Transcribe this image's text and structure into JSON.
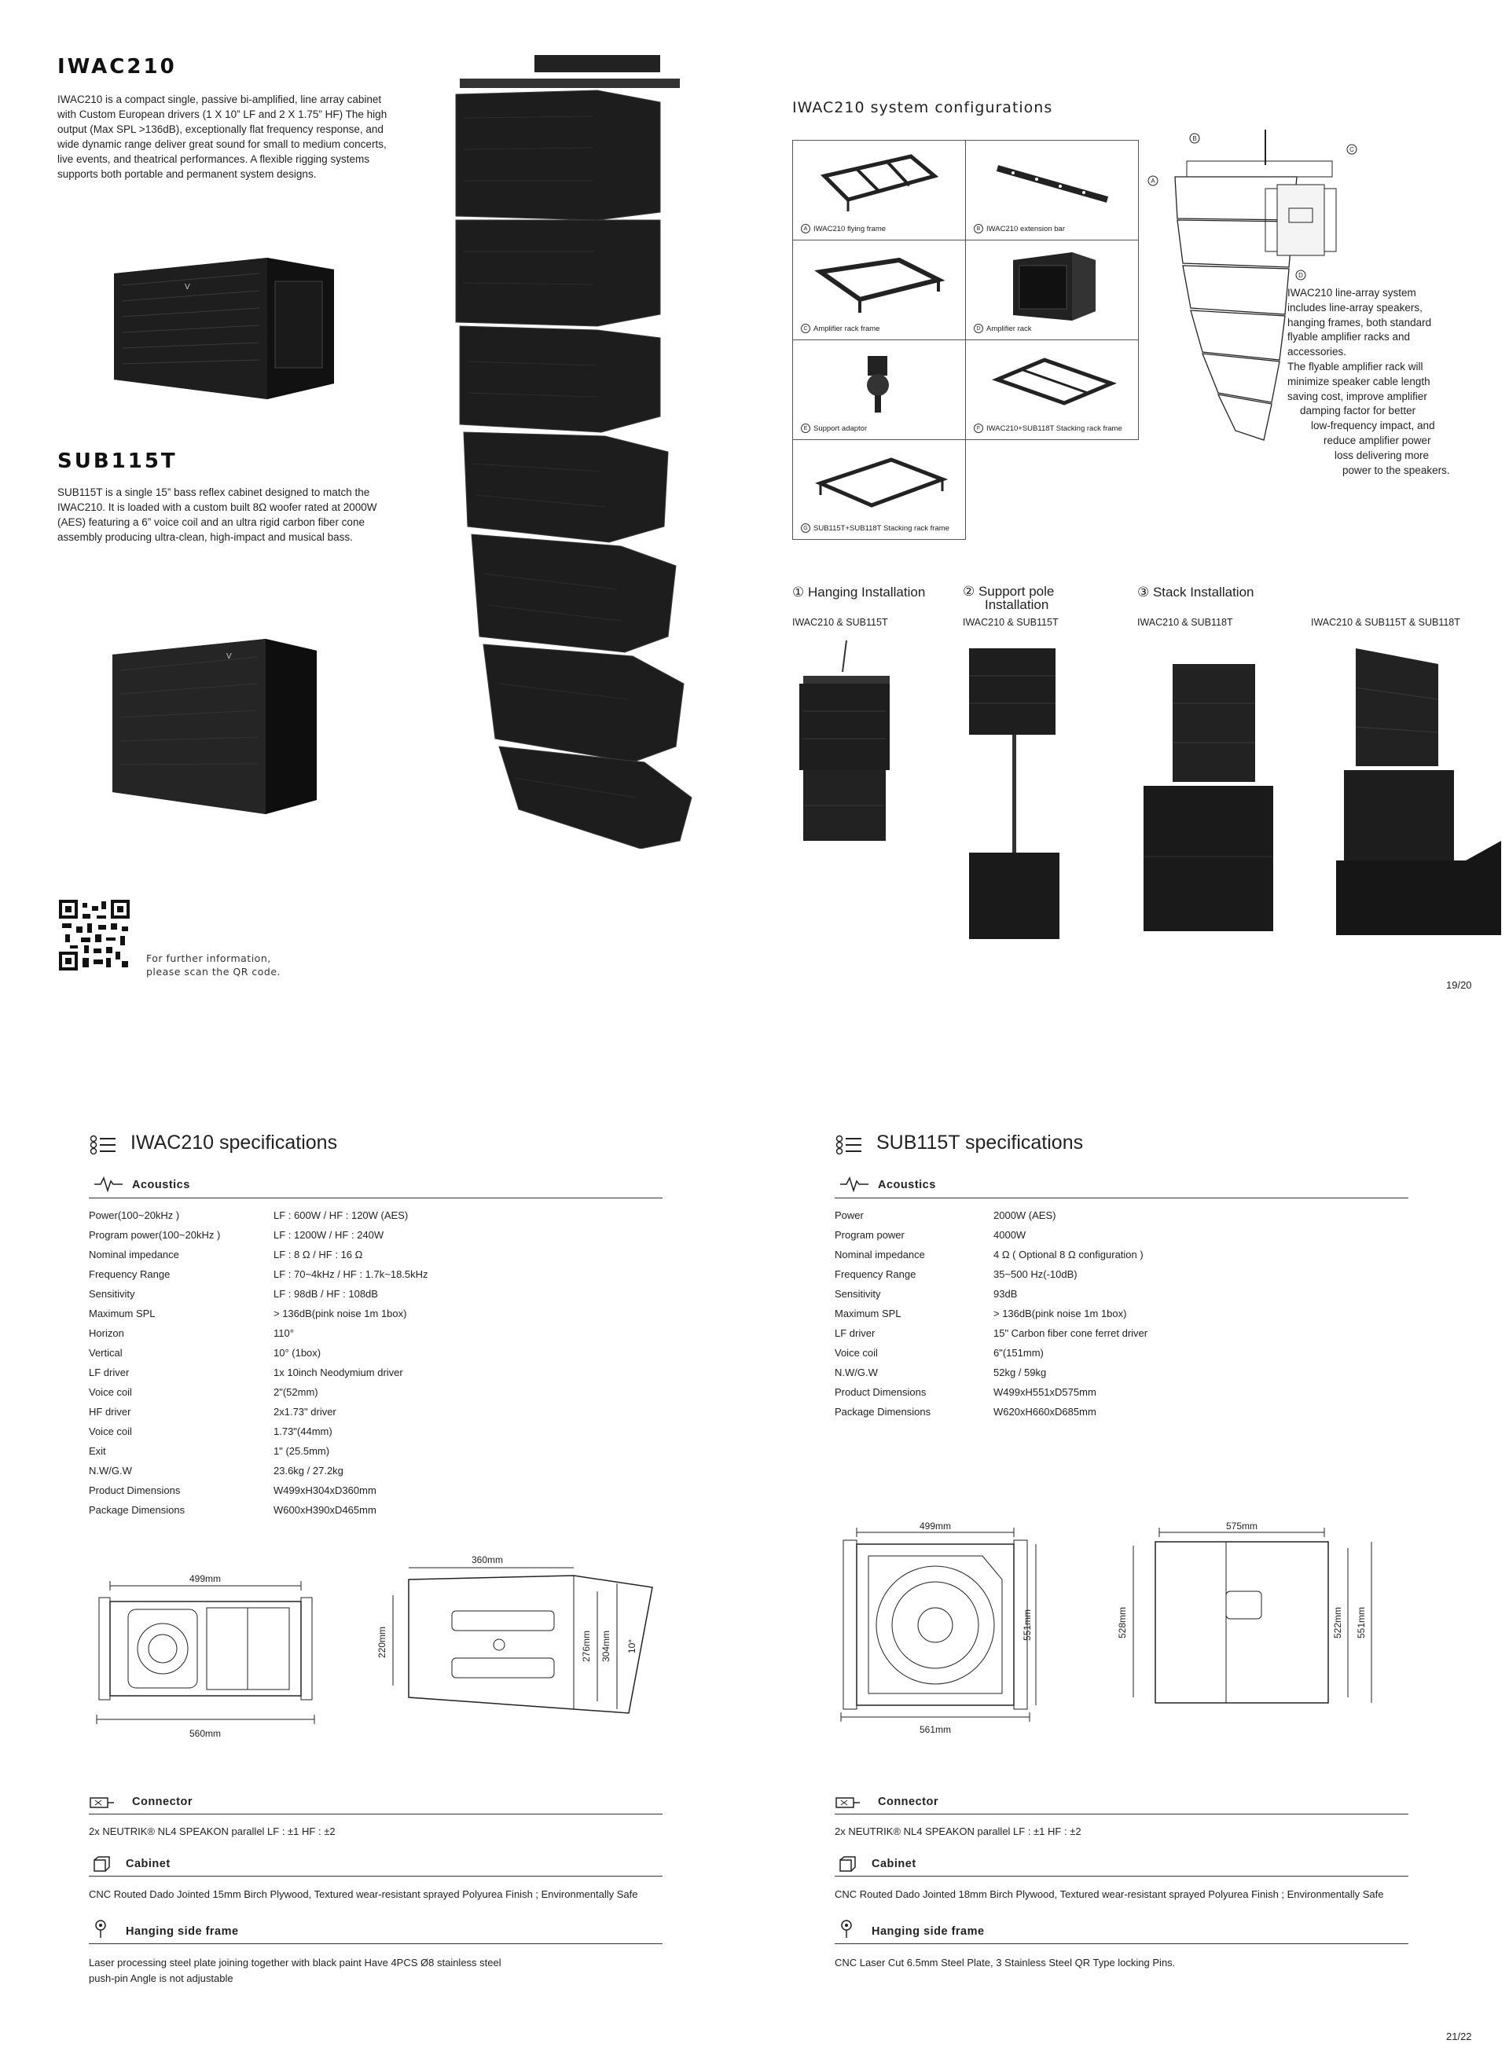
{
  "top": {
    "iwac210": {
      "title": "IWAC210",
      "desc": "IWAC210 is a compact single, passive bi-amplified, line array cabinet with Custom European drivers (1 X 10”   LF and 2 X 1.75” HF)  The high output (Max SPL >136dB), exceptionally flat frequency response, and wide dynamic range deliver great sound for small to medium concerts, live events, and theatrical performances.  A flexible rigging systems supports both portable and permanent system designs."
    },
    "sub115t": {
      "title": "SUB115T",
      "desc": "SUB115T is a single 15”   bass reflex cabinet designed to match the IWAC210.  It is loaded with a custom built 8Ω woofer rated at 2000W (AES) featuring a 6”   voice coil and an ultra rigid carbon fiber cone assembly producing ultra-clean, high-impact and musical bass."
    },
    "qr_text_1": "For further information,",
    "qr_text_2": "please scan the QR code.",
    "config_title": "IWAC210 system configurations",
    "config_cells": [
      {
        "letter": "A",
        "label": "IWAC210 flying frame"
      },
      {
        "letter": "B",
        "label": "IWAC210 extension bar"
      },
      {
        "letter": "C",
        "label": "Amplifier rack frame"
      },
      {
        "letter": "D",
        "label": "Amplifier rack"
      },
      {
        "letter": "E",
        "label": "Support adaptor"
      },
      {
        "letter": "F",
        "label": "IWAC210+SUB118T Stacking rack frame"
      },
      {
        "letter": "G",
        "label": "SUB115T+SUB118T Stacking rack frame"
      }
    ],
    "diagram_letters": [
      "A",
      "B",
      "C",
      "D"
    ],
    "system_desc": [
      "IWAC210 line-array system",
      "includes line-array speakers,",
      "hanging frames, both standard",
      "flyable amplifier racks and",
      "accessories.",
      "The flyable amplifier rack will",
      "minimize speaker cable length",
      "saving cost, improve amplifier",
      "damping factor for better",
      "low-frequency impact, and",
      "reduce amplifier power",
      "loss delivering more",
      "power to the speakers."
    ],
    "install": {
      "hanging": {
        "title": "① Hanging Installation",
        "sub": "IWAC210 & SUB115T"
      },
      "support": {
        "title_1": "② Support pole",
        "title_2": "Installation",
        "sub": "IWAC210 & SUB115T"
      },
      "stack": {
        "title": "③ Stack Installation",
        "sub": "IWAC210 & SUB118T"
      },
      "stack2_sub": "IWAC210 & SUB115T & SUB118T"
    },
    "page_num": "19/20"
  },
  "bottom": {
    "iwac": {
      "title": "IWAC210 specifications",
      "acoustics": "Acoustics",
      "rows": [
        [
          "Power(100~20kHz )",
          "LF : 600W  /  HF : 120W (AES)"
        ],
        [
          "Program power(100~20kHz )",
          "LF : 1200W  /  HF : 240W"
        ],
        [
          "Nominal impedance",
          "LF : 8 Ω  /  HF : 16 Ω"
        ],
        [
          "Frequency Range",
          "LF : 70~4kHz  /  HF : 1.7k~18.5kHz"
        ],
        [
          "Sensitivity",
          "LF : 98dB  /  HF : 108dB"
        ],
        [
          "Maximum SPL",
          "> 136dB(pink noise 1m 1box)"
        ],
        [
          "Horizon",
          "110°"
        ],
        [
          "Vertical",
          "10° (1box)"
        ],
        [
          "LF driver",
          "1x 10inch Neodymium driver"
        ],
        [
          "Voice coil",
          "2\"(52mm)"
        ],
        [
          "HF driver",
          "2x1.73\" driver"
        ],
        [
          "Voice coil",
          "1.73\"(44mm)"
        ],
        [
          "Exit",
          "1\"  (25.5mm)"
        ],
        [
          "N.W/G.W",
          "23.6kg / 27.2kg"
        ],
        [
          "Product Dimensions",
          "W499xH304xD360mm"
        ],
        [
          "Package Dimensions",
          "W600xH390xD465mm"
        ]
      ],
      "dims": {
        "front_top": "499mm",
        "front_bottom": "560mm",
        "side_top": "360mm",
        "side_left": "220mm",
        "side_right1": "276mm",
        "side_right2": "304mm",
        "side_angle": "10°"
      },
      "connector": "Connector",
      "connector_text": "2x NEUTRIK® NL4 SPEAKON parallel LF : ±1   HF : ±2",
      "cabinet": "Cabinet",
      "cabinet_text": "CNC Routed Dado Jointed 15mm Birch Plywood, Textured wear-resistant sprayed Polyurea Finish ; Environmentally Safe",
      "frame": "Hanging side frame",
      "frame_text_1": "Laser processing steel plate joining together with black paint Have 4PCS Ø8 stainless steel",
      "frame_text_2": "push-pin Angle is not adjustable"
    },
    "sub": {
      "title": "SUB115T specifications",
      "acoustics": "Acoustics",
      "rows": [
        [
          "Power",
          "2000W (AES)"
        ],
        [
          "Program power",
          "4000W"
        ],
        [
          "Nominal impedance",
          "4 Ω ( Optional 8 Ω configuration )"
        ],
        [
          "Frequency Range",
          "35~500 Hz(-10dB)"
        ],
        [
          "Sensitivity",
          "93dB"
        ],
        [
          "Maximum SPL",
          "> 136dB(pink noise 1m 1box)"
        ],
        [
          "LF driver",
          "15\" Carbon fiber cone ferret driver"
        ],
        [
          "Voice coil",
          "6\"(151mm)"
        ],
        [
          "N.W/G.W",
          "52kg / 59kg"
        ],
        [
          "Product Dimensions",
          "W499xH551xD575mm"
        ],
        [
          "Package Dimensions",
          "W620xH660xD685mm"
        ]
      ],
      "dims": {
        "front_top": "499mm",
        "front_bottom": "561mm",
        "front_right": "551mm",
        "side_top": "575mm",
        "side_left": "528mm",
        "side_right1": "522mm",
        "side_right2": "551mm"
      },
      "connector": "Connector",
      "connector_text": "2x NEUTRIK® NL4 SPEAKON parallel LF : ±1   HF : ±2",
      "cabinet": "Cabinet",
      "cabinet_text": "CNC Routed Dado Jointed 18mm Birch Plywood, Textured wear-resistant sprayed Polyurea Finish ; Environmentally Safe",
      "frame": "Hanging side frame",
      "frame_text": "CNC Laser Cut 6.5mm Steel Plate, 3 Stainless Steel QR Type locking Pins."
    },
    "page_num": "21/22"
  }
}
